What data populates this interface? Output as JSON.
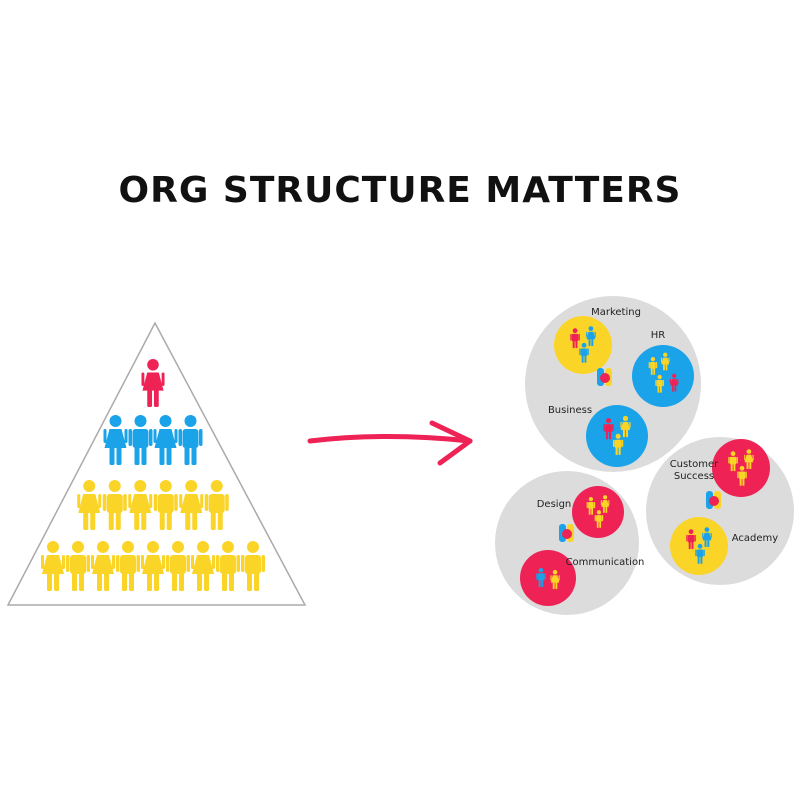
{
  "title": "ORG STRUCTURE MATTERS",
  "colors": {
    "red": "#ee2255",
    "blue": "#1aa3e8",
    "yellow": "#fbd428",
    "circle_gray": "#dcdcdc",
    "arrow": "#ee2255",
    "pyramid_line": "#aaaaaa"
  },
  "pyramid": {
    "rows": [
      {
        "count": 1,
        "color": "red"
      },
      {
        "count": 4,
        "color": "blue"
      },
      {
        "count": 6,
        "color": "yellow"
      },
      {
        "count": 9,
        "color": "yellow"
      }
    ]
  },
  "clusters": [
    {
      "name": "top",
      "teams": [
        {
          "label": "Marketing",
          "color": "yellow",
          "people": [
            "red",
            "blue",
            "blue"
          ]
        },
        {
          "label": "HR",
          "color": "blue",
          "people": [
            "yellow",
            "yellow",
            "yellow",
            "red"
          ]
        },
        {
          "label": "Business",
          "color": "blue",
          "people": [
            "red",
            "yellow",
            "yellow"
          ]
        }
      ]
    },
    {
      "name": "bottom-left",
      "teams": [
        {
          "label": "Design",
          "color": "red",
          "people": [
            "yellow",
            "yellow",
            "yellow"
          ]
        },
        {
          "label": "Communication",
          "color": "red",
          "people": [
            "blue",
            "yellow"
          ]
        }
      ]
    },
    {
      "name": "right",
      "teams": [
        {
          "label": "Customer\nSuccess",
          "color": "red",
          "people": [
            "yellow",
            "yellow",
            "yellow"
          ]
        },
        {
          "label": "Academy",
          "color": "yellow",
          "people": [
            "red",
            "blue",
            "blue"
          ]
        }
      ]
    }
  ]
}
